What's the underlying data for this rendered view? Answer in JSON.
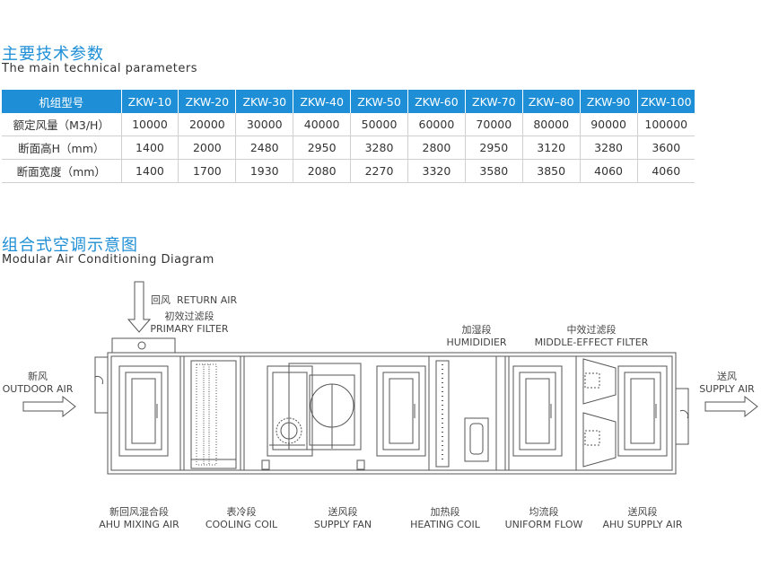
{
  "sections": {
    "params_title_cn": "主要技术参数",
    "params_title_en": "The main technical parameters",
    "diagram_title_cn": "组合式空调示意图",
    "diagram_title_en": "Modular Air Conditioning Diagram"
  },
  "table": {
    "header": [
      "机组型号",
      "ZKW-10",
      "ZKW-20",
      "ZKW-30",
      "ZKW-40",
      "ZKW-50",
      "ZKW-60",
      "ZKW-70",
      "ZKW–80",
      "ZKW-90",
      "ZKW-100"
    ],
    "rows": [
      [
        "额定风量（M3/H）",
        "10000",
        "20000",
        "30000",
        "40000",
        "50000",
        "60000",
        "70000",
        "80000",
        "90000",
        "100000"
      ],
      [
        "断面高H（mm）",
        "1400",
        "2000",
        "2480",
        "2950",
        "3280",
        "2800",
        "2950",
        "3120",
        "3280",
        "3600"
      ],
      [
        "断面宽度（mm）",
        "1400",
        "1700",
        "1930",
        "2080",
        "2270",
        "3320",
        "3580",
        "3850",
        "4060",
        "4060"
      ]
    ]
  },
  "diagram": {
    "return_air": {
      "cn": "回风",
      "en": "RETURN AIR"
    },
    "primary_filter": {
      "cn": "初效过滤段",
      "en": "PRIMARY FILTER"
    },
    "humidifier": {
      "cn": "加湿段",
      "en": "HUMIDIDIER"
    },
    "middle_filter": {
      "cn": "中效过滤段",
      "en": "MIDDLE-EFFECT FILTER"
    },
    "outdoor_air": {
      "cn": "新风",
      "en": "OUTDOOR AIR"
    },
    "supply_air": {
      "cn": "送风",
      "en": "SUPPLY AIR"
    },
    "sections": [
      {
        "cn": "新回风混合段",
        "en": "AHU MIXING AIR"
      },
      {
        "cn": "表冷段",
        "en": "COOLING COIL"
      },
      {
        "cn": "送风段",
        "en": "SUPPLY FAN"
      },
      {
        "cn": "加热段",
        "en": "HEATING COIL"
      },
      {
        "cn": "均流段",
        "en": "UNIFORM FLOW"
      },
      {
        "cn": "送风段",
        "en": "AHU SUPPLY AIR"
      }
    ]
  },
  "colors": {
    "accent": "#1e8fd6",
    "line": "#555555"
  }
}
